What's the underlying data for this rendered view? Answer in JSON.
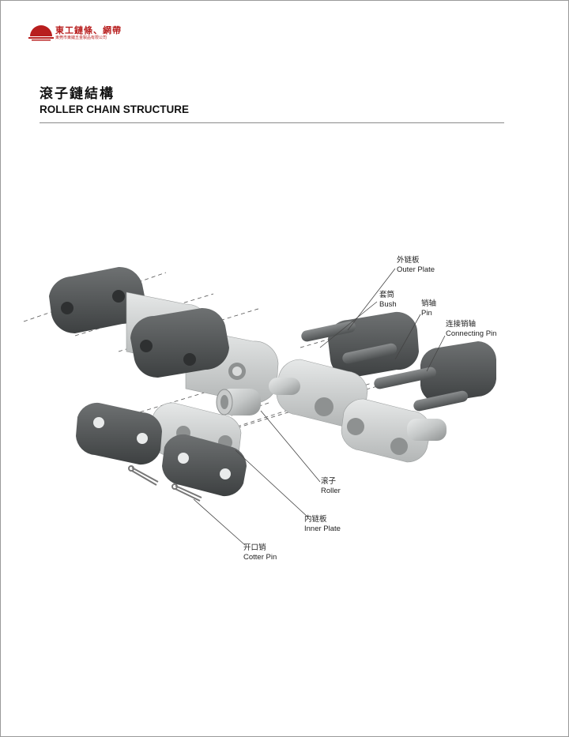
{
  "brand": {
    "company_name": "東工鏈條、網帶",
    "company_sub": "東莞市東鏈五金製品有限公司",
    "accent_color": "#b81e1e"
  },
  "heading": {
    "title_cn": "滾子鏈結構",
    "title_en": "ROLLER CHAIN STRUCTURE"
  },
  "labels": {
    "outer_plate": {
      "cn": "外链板",
      "en": "Outer Plate"
    },
    "bush": {
      "cn": "套筒",
      "en": "Bush"
    },
    "pin": {
      "cn": "销轴",
      "en": "Pin"
    },
    "connecting_pin": {
      "cn": "连接销轴",
      "en": "Connecting Pin"
    },
    "roller": {
      "cn": "滚子",
      "en": "Roller"
    },
    "inner_plate": {
      "cn": "内链板",
      "en": "Inner Plate"
    },
    "cotter_pin": {
      "cn": "开口销",
      "en": "Cotter Pin"
    }
  },
  "colors": {
    "outer_plate": "#4a4d4e",
    "inner_plate": "#c9cbcb",
    "pin_steel": "#6a6d6e",
    "line": "#555555"
  }
}
